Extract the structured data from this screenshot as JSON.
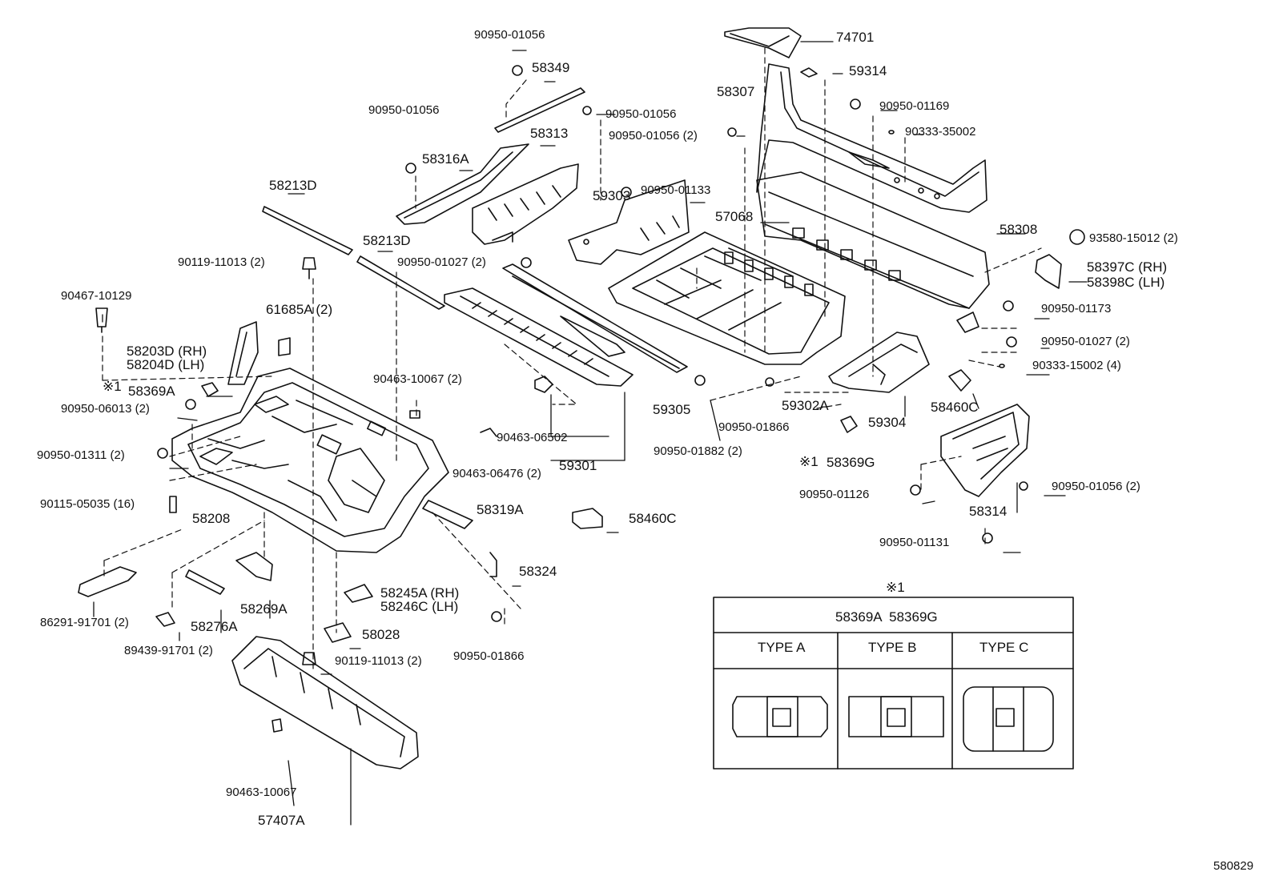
{
  "labels": [
    "90950-01056",
    "58349",
    "90950-01056",
    "58316A",
    "58313",
    "90950-01056",
    "90950-01056 (2)",
    "58213D",
    "58213D",
    "90119-11013 (2)",
    "90467-10129",
    "61685A (2)",
    "58203D (RH)",
    "58204D (LH)",
    "※1",
    "58369A",
    "90950-06013 (2)",
    "90950-01311 (2)",
    "90115-05035 (16)",
    "58208",
    "90463-10067 (2)",
    "90463-06502",
    "90463-06476 (2)",
    "59301",
    "58319A",
    "58460C",
    "58324",
    "58245A (RH)",
    "58246C (LH)",
    "58269A",
    "58276A",
    "86291-91701 (2)",
    "89439-91701 (2)",
    "58028",
    "90119-11013 (2)",
    "90950-01866",
    "90463-10067",
    "57407A",
    "59303",
    "90950-01133",
    "90950-01027 (2)",
    "59305",
    "90950-01882 (2)",
    "74701",
    "59314",
    "58307",
    "90950-01169",
    "90333-35002",
    "57068",
    "58308",
    "93580-15012 (2)",
    "58397C (RH)",
    "58398C (LH)",
    "90950-01173",
    "90950-01027 (2)",
    "90333-15002 (4)",
    "59302A",
    "90950-01866",
    "59304",
    "58460C",
    "※1",
    "58369G",
    "90950-01126",
    "90950-01056 (2)",
    "58314",
    "90950-01131",
    "580829"
  ],
  "table": {
    "note": "※1",
    "parts": "58369A  58369G",
    "types": [
      "TYPE A",
      "TYPE B",
      "TYPE C"
    ]
  }
}
